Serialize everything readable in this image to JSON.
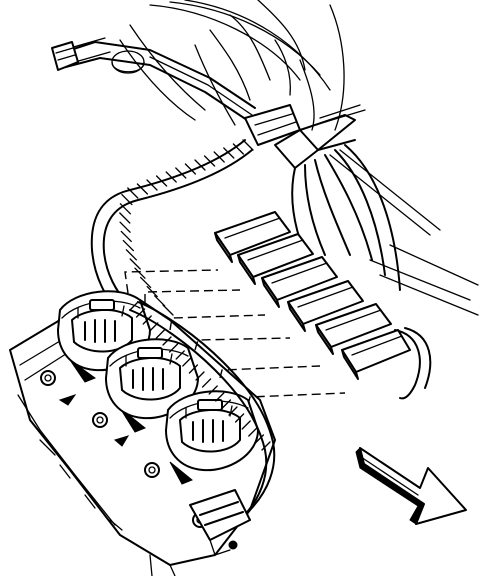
{
  "figure": {
    "type": "line-art illustration",
    "ink_color": "#000000",
    "background_color": "#ffffff",
    "parts": {
      "ignition_coils": 3,
      "spark_plug_wire_boots": 6,
      "wire_harness_connector": 1,
      "loom_conduit": 1
    },
    "direction_arrow_icon": "front-of-vehicle-arrow-icon"
  }
}
